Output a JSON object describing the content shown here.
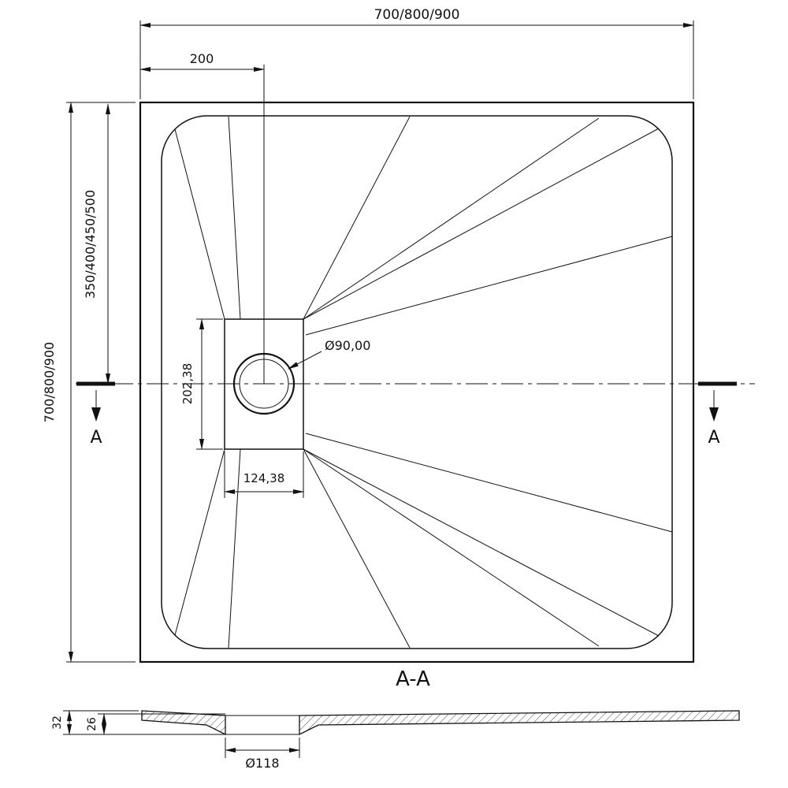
{
  "colors": {
    "line": "#111111",
    "background": "#ffffff"
  },
  "top_view": {
    "width_dim": "700/800/900",
    "drain_offset_x_dim": "200",
    "height_dim": "700/800/900",
    "drain_offset_y_dim": "350/400/450/500",
    "drain_box_height_dim": "202,38",
    "drain_box_width_dim": "124,38",
    "drain_diameter_dim": "Ø90,00",
    "section_marker_left": "A",
    "section_marker_right": "A"
  },
  "section_view": {
    "title": "A-A",
    "total_thickness_dim": "32",
    "edge_thickness_dim": "26",
    "drain_hole_dim": "Ø118"
  }
}
